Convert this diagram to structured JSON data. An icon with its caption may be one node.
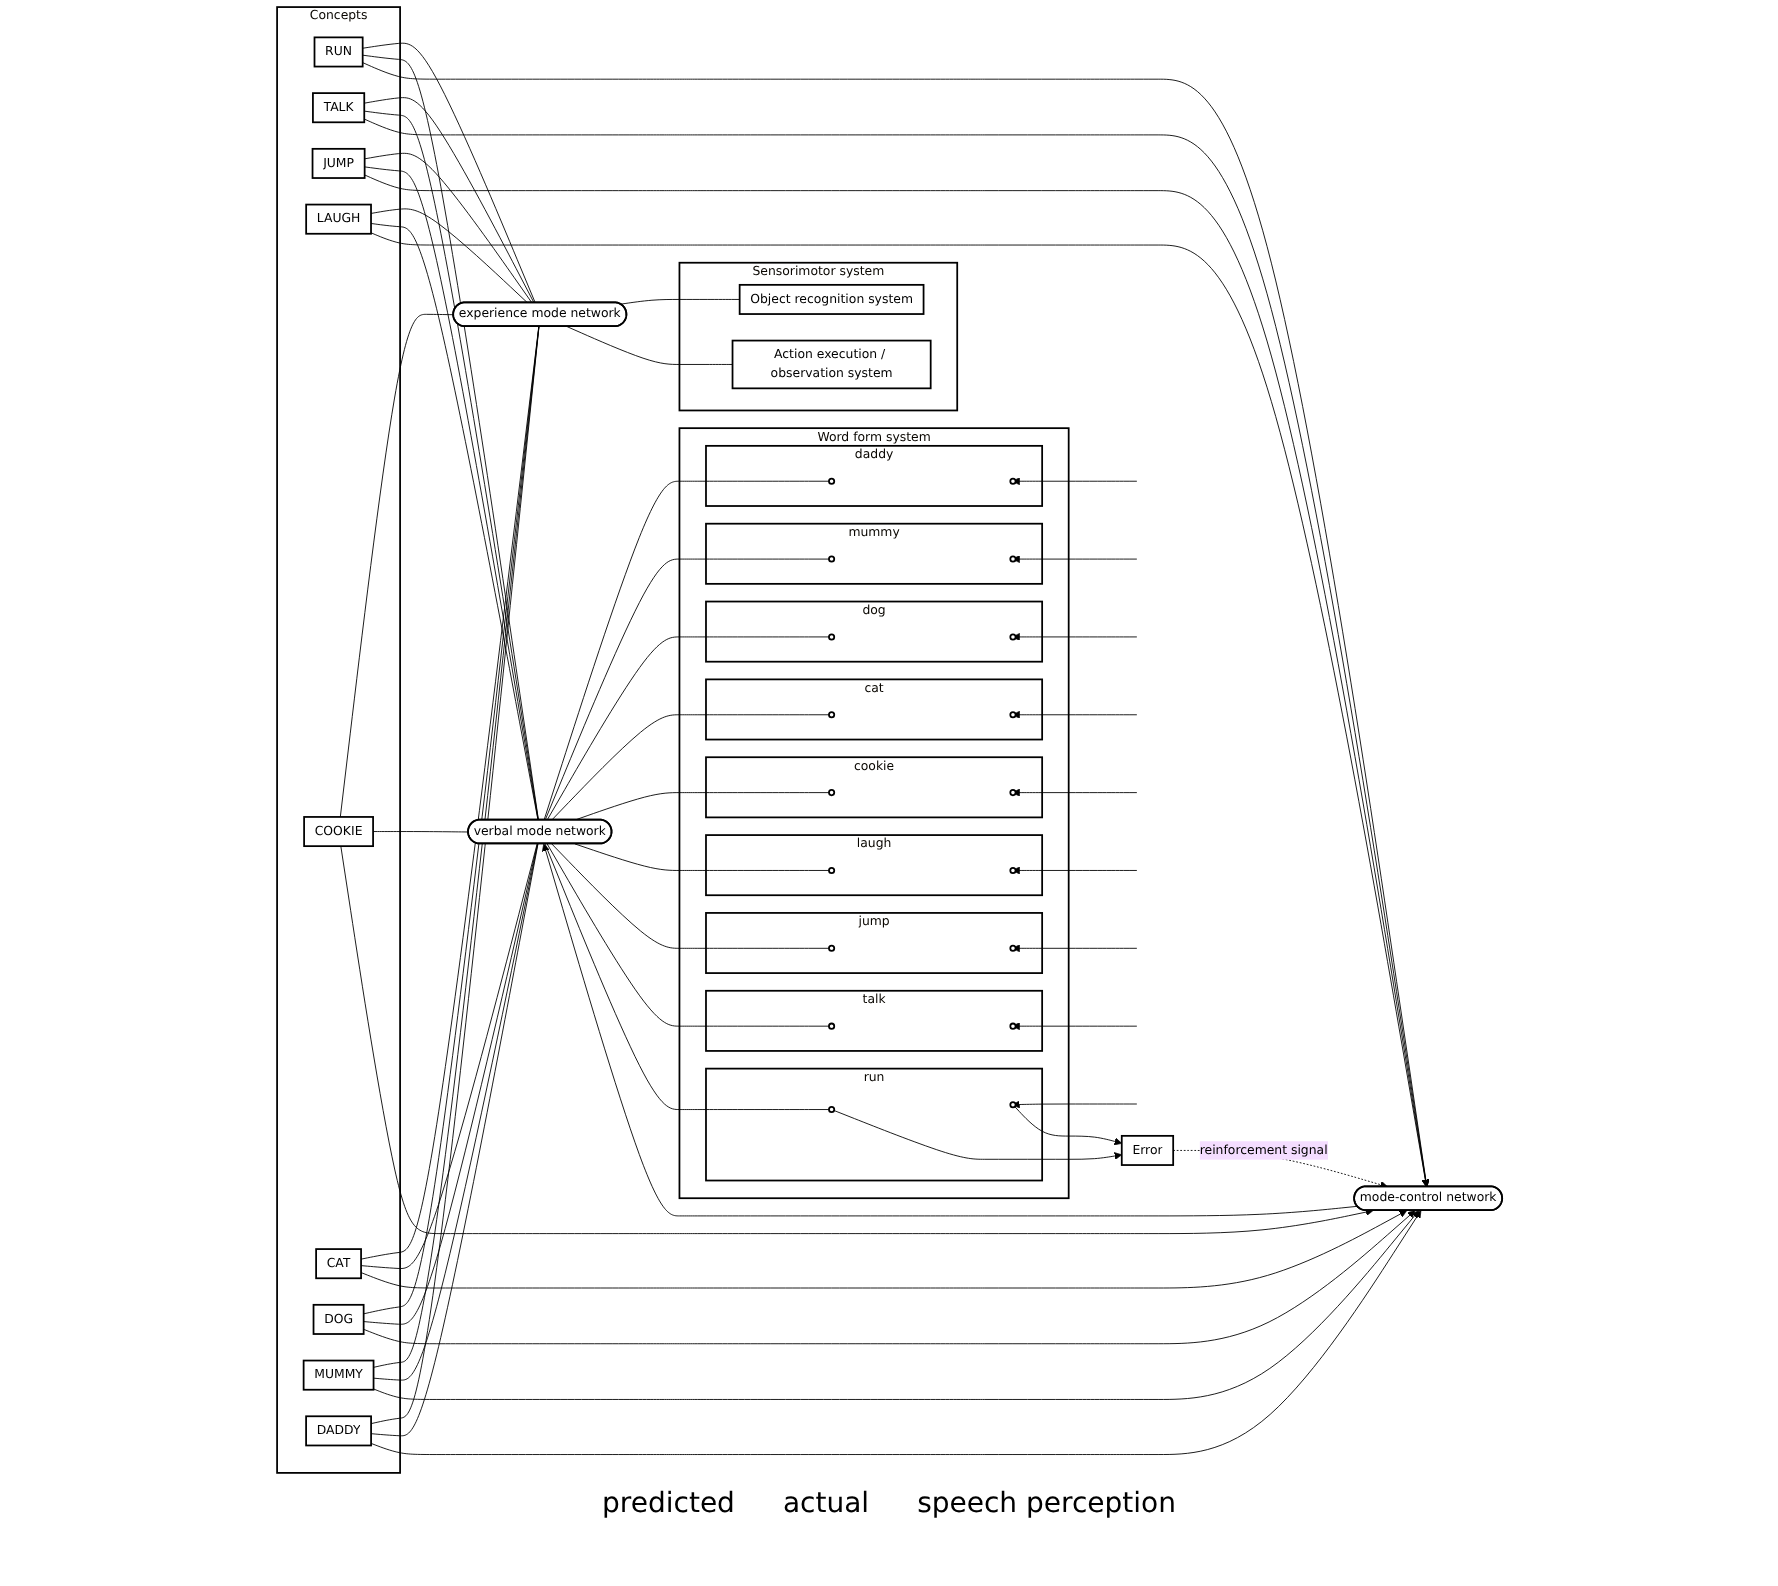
{
  "diagram": {
    "nodes": [
      {
        "text": [
          "Sensorimotor system"
        ]
      },
      {
        "text": [
          "Object recognition system"
        ],
        "in": 0
      },
      {
        "text": [
          "Action execution / observation system"
        ],
        "in": 0
      },
      {
        "text": [
          "Concepts"
        ]
      },
      {
        "text": [
          "DADDY"
        ],
        "in": 3
      },
      {
        "text": [
          "MUMMY"
        ],
        "in": 3
      },
      {
        "text": [
          "DOG"
        ],
        "in": 3
      },
      {
        "text": [
          "CAT"
        ],
        "in": 3
      },
      {
        "text": [
          "COOKIE"
        ],
        "in": 3
      },
      {
        "text": [
          "LAUGH"
        ],
        "in": 3
      },
      {
        "text": [
          "JUMP"
        ],
        "in": 3
      },
      {
        "text": [
          "TALK"
        ],
        "in": 3
      },
      {
        "text": [
          "RUN"
        ],
        "in": 3
      },
      {
        "text": [
          "experience mode network"
        ]
      },
      {
        "text": [
          "verbal mode network"
        ]
      },
      {
        "text": [
          "Word form system"
        ]
      },
      {
        "text": [
          "daddy"
        ],
        "in": 15
      },
      {
        "text": [],
        "shape": "circle",
        "in": 16
      },
      {
        "text": [],
        "shape": "circle",
        "in": 16
      },
      {
        "text": [
          "mummy"
        ],
        "in": 15
      },
      {
        "text": [],
        "shape": "circle",
        "in": 19
      },
      {
        "text": [],
        "shape": "circle",
        "in": 19
      },
      {
        "text": [
          "dog"
        ],
        "in": 15
      },
      {
        "text": [],
        "shape": "circle",
        "in": 22
      },
      {
        "text": [],
        "shape": "circle",
        "in": 22
      },
      {
        "text": [
          "cat"
        ],
        "in": 15
      },
      {
        "text": [],
        "shape": "circle",
        "in": 25
      },
      {
        "text": [],
        "shape": "circle",
        "in": 25
      },
      {
        "text": [
          "cookie"
        ],
        "in": 15
      },
      {
        "text": [],
        "shape": "circle",
        "in": 28
      },
      {
        "text": [],
        "shape": "circle",
        "in": 28
      },
      {
        "text": [
          "laugh"
        ],
        "in": 15
      },
      {
        "text": [],
        "shape": "circle",
        "in": 31
      },
      {
        "text": [],
        "shape": "circle",
        "in": 31
      },
      {
        "text": [
          "jump"
        ],
        "in": 15
      },
      {
        "text": [],
        "shape": "circle",
        "in": 34
      },
      {
        "text": [],
        "shape": "circle",
        "in": 34
      },
      {
        "text": [
          "talk"
        ],
        "in": 15
      },
      {
        "text": [],
        "shape": "circle",
        "in": 37
      },
      {
        "text": [],
        "shape": "circle",
        "in": 37
      },
      {
        "text": [
          "run"
        ],
        "in": 15
      },
      {
        "text": [],
        "shape": "circle",
        "in": 40
      },
      {
        "text": [],
        "shape": "circle",
        "in": 40
      },
      {
        "text": [
          "Error"
        ]
      },
      {
        "text": [
          "mode-control network"
        ]
      }
    ],
    "edges": [
      {
        "from": 4,
        "to": 13,
        "arrow": "none"
      },
      {
        "from": 4,
        "to": 14,
        "arrow": "none"
      },
      {
        "from": 5,
        "to": 13,
        "arrow": "none"
      },
      {
        "from": 5,
        "to": 14,
        "arrow": "none"
      },
      {
        "from": 6,
        "to": 13,
        "arrow": "none"
      },
      {
        "from": 6,
        "to": 14,
        "arrow": "none"
      },
      {
        "from": 7,
        "to": 13,
        "arrow": "none"
      },
      {
        "from": 7,
        "to": 14,
        "arrow": "none"
      },
      {
        "from": 8,
        "to": 13,
        "arrow": "none"
      },
      {
        "from": 8,
        "to": 14,
        "arrow": "none"
      },
      {
        "from": 9,
        "to": 13,
        "arrow": "none"
      },
      {
        "from": 9,
        "to": 14,
        "arrow": "none"
      },
      {
        "from": 10,
        "to": 13,
        "arrow": "none"
      },
      {
        "from": 10,
        "to": 14,
        "arrow": "none"
      },
      {
        "from": 11,
        "to": 13,
        "arrow": "none"
      },
      {
        "from": 11,
        "to": 14,
        "arrow": "none"
      },
      {
        "from": 12,
        "to": 13,
        "arrow": "none"
      },
      {
        "from": 12,
        "to": 14,
        "arrow": "none"
      },
      {
        "from": 13,
        "to": 1,
        "arrow": "none"
      },
      {
        "from": 13,
        "to": 2,
        "arrow": "none"
      },
      {
        "from": 14,
        "to": 17,
        "arrow": "none"
      },
      {
        "from": 14,
        "to": 20,
        "arrow": "none"
      },
      {
        "from": 14,
        "to": 23,
        "arrow": "none"
      },
      {
        "from": 14,
        "to": 26,
        "arrow": "none"
      },
      {
        "from": 14,
        "to": 29,
        "arrow": "none"
      },
      {
        "from": 14,
        "to": 32,
        "arrow": "none"
      },
      {
        "from": 14,
        "to": 35,
        "arrow": "none"
      },
      {
        "from": 14,
        "to": 38,
        "arrow": "none"
      },
      {
        "from": 14,
        "to": 41,
        "arrow": "none"
      },
      {
        "from": null,
        "to": 18,
        "arrow": "to"
      },
      {
        "from": null,
        "to": 21,
        "arrow": "to"
      },
      {
        "from": null,
        "to": 24,
        "arrow": "to"
      },
      {
        "from": null,
        "to": 27,
        "arrow": "to"
      },
      {
        "from": null,
        "to": 30,
        "arrow": "to"
      },
      {
        "from": null,
        "to": 33,
        "arrow": "to"
      },
      {
        "from": null,
        "to": 36,
        "arrow": "to"
      },
      {
        "from": null,
        "to": 39,
        "arrow": "to"
      },
      {
        "from": null,
        "to": 42,
        "arrow": "to"
      },
      {
        "from": 41,
        "to": 43,
        "arrow": "to"
      },
      {
        "from": 42,
        "to": 43,
        "arrow": "to"
      },
      {
        "from": 43,
        "to": 44,
        "arrow": "to",
        "label": "reinforcement signal",
        "style": "dashed"
      },
      {
        "from": 4,
        "to": 44,
        "arrow": "to"
      },
      {
        "from": 5,
        "to": 44,
        "arrow": "to"
      },
      {
        "from": 6,
        "to": 44,
        "arrow": "to"
      },
      {
        "from": 7,
        "to": 44,
        "arrow": "to"
      },
      {
        "from": 8,
        "to": 44,
        "arrow": "to"
      },
      {
        "from": 9,
        "to": 44,
        "arrow": "to"
      },
      {
        "from": 10,
        "to": 44,
        "arrow": "to"
      },
      {
        "from": 11,
        "to": 44,
        "arrow": "to"
      },
      {
        "from": 12,
        "to": 44,
        "arrow": "to"
      },
      {
        "from": 44,
        "to": 14,
        "arrow": "to"
      }
    ],
    "labels": [
      "predicted",
      "actual",
      "speech perception"
    ]
  }
}
